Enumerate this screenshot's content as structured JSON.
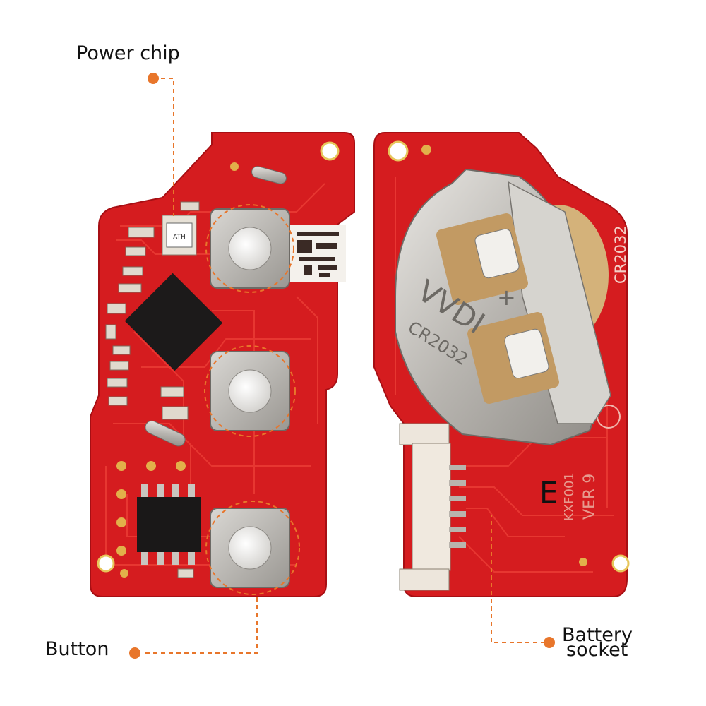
{
  "callouts": {
    "power_chip": "Power chip",
    "button": "Button",
    "battery_line1": "Battery",
    "battery_line2": "socket"
  },
  "pcb_markings": {
    "battery_type": "CR2032",
    "coin_cell_brand": "VVDI",
    "coin_cell_model": "CR2032",
    "coin_cell_polarity": "+",
    "board_letter": "E",
    "board_id": "KXF001",
    "board_version": "VER 9",
    "power_chip_code": "ATH"
  },
  "colors": {
    "pcb_red": "#d51c1f",
    "trace_red": "#ea3a34",
    "leader_orange": "#e8762b",
    "metal": "#c8c6c2",
    "background": "#ffffff"
  }
}
